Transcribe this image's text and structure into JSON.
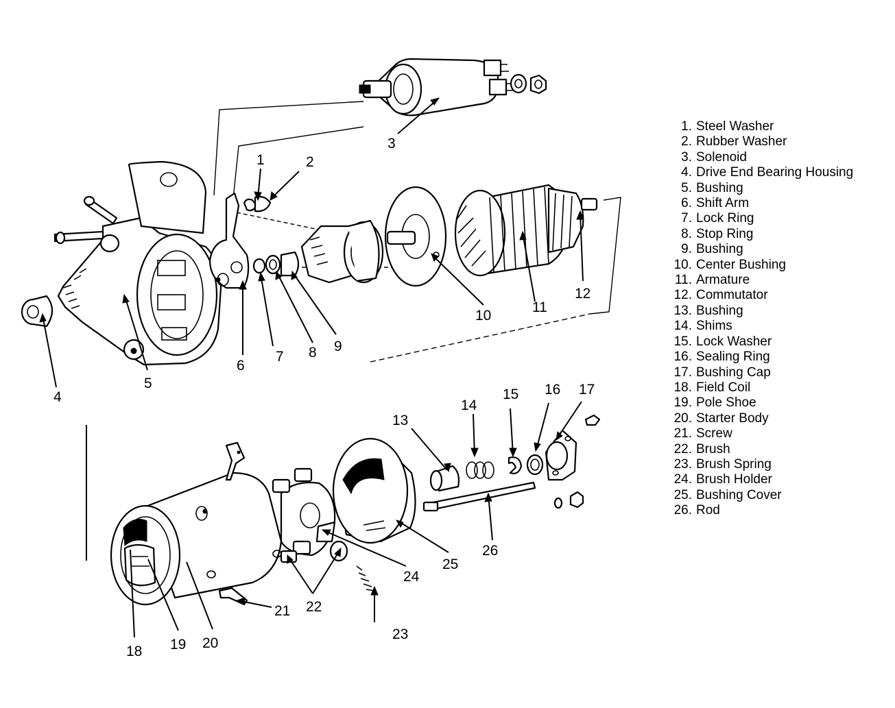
{
  "legend": [
    {
      "num": "1.",
      "label": "Steel Washer"
    },
    {
      "num": "2.",
      "label": "Rubber Washer"
    },
    {
      "num": "3.",
      "label": "Solenoid"
    },
    {
      "num": "4.",
      "label": "Drive End Bearing Housing"
    },
    {
      "num": "5.",
      "label": "Bushing"
    },
    {
      "num": "6.",
      "label": "Shift Arm"
    },
    {
      "num": "7.",
      "label": "Lock Ring"
    },
    {
      "num": "8.",
      "label": "Stop Ring"
    },
    {
      "num": "9.",
      "label": "Bushing"
    },
    {
      "num": "10.",
      "label": "Center Bushing"
    },
    {
      "num": "11.",
      "label": "Armature"
    },
    {
      "num": "12.",
      "label": "Commutator"
    },
    {
      "num": "13.",
      "label": "Bushing"
    },
    {
      "num": "14.",
      "label": "Shims"
    },
    {
      "num": "15.",
      "label": "Lock Washer"
    },
    {
      "num": "16.",
      "label": "Sealing Ring"
    },
    {
      "num": "17.",
      "label": "Bushing Cap"
    },
    {
      "num": "18.",
      "label": "Field Coil"
    },
    {
      "num": "19.",
      "label": "Pole Shoe"
    },
    {
      "num": "20.",
      "label": "Starter Body"
    },
    {
      "num": "21.",
      "label": "Screw"
    },
    {
      "num": "22.",
      "label": "Brush"
    },
    {
      "num": "23.",
      "label": "Brush Spring"
    },
    {
      "num": "24.",
      "label": "Brush Holder"
    },
    {
      "num": "25.",
      "label": "Bushing Cover"
    },
    {
      "num": "26.",
      "label": "Rod"
    }
  ],
  "callouts": [
    "1",
    "2",
    "3",
    "4",
    "5",
    "6",
    "7",
    "8",
    "9",
    "10",
    "11",
    "12",
    "13",
    "14",
    "15",
    "16",
    "17",
    "18",
    "19",
    "20",
    "21",
    "22",
    "23",
    "24",
    "25",
    "26"
  ]
}
